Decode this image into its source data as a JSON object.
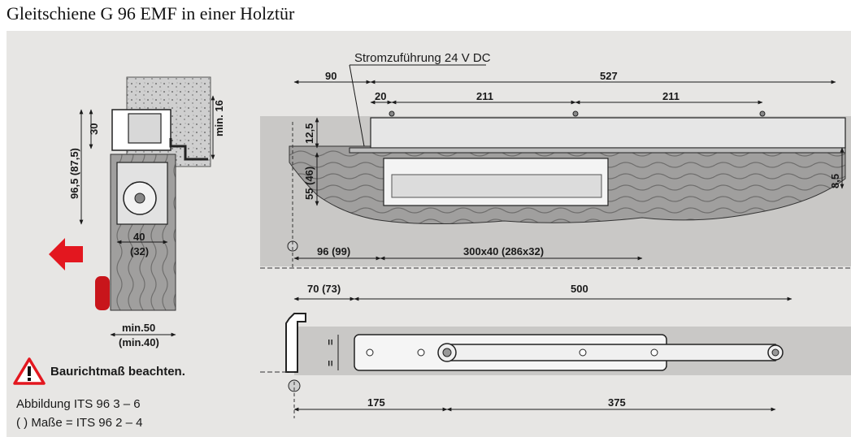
{
  "title": "Gleitschiene G 96 EMF in einer Holztür",
  "colors": {
    "panel": "#e7e6e4",
    "wood": "#9a9a9a",
    "arrow": "#e3171f",
    "bolt": "#c8151b"
  },
  "labels": {
    "power": "Stromzuführung 24 V DC",
    "d90": "90",
    "d527": "527",
    "d20": "20",
    "d211a": "211",
    "d211b": "211",
    "d12_5": "12,5",
    "d55": "55 (46)",
    "d8_5": "8,5",
    "d96": "96 (99)",
    "d300": "300x40 (286x32)",
    "d30": "30",
    "d96_5": "96,5 (87,5)",
    "dmin16": "min. 16",
    "d40": "40",
    "d32": "(32)",
    "dmin50": "min.50",
    "dmin40": "(min.40)",
    "d70": "70 (73)",
    "d500": "500",
    "d175": "175",
    "d375": "375",
    "eq1": "=",
    "eq2": "="
  },
  "warning": "Baurichtmaß beachten.",
  "notes": {
    "line1": "Abbildung  ITS 96 3 – 6",
    "line2": "( ) Maße = ITS 96 2 – 4"
  },
  "icons": [
    "warning-triangle-icon",
    "direction-arrow-icon"
  ]
}
